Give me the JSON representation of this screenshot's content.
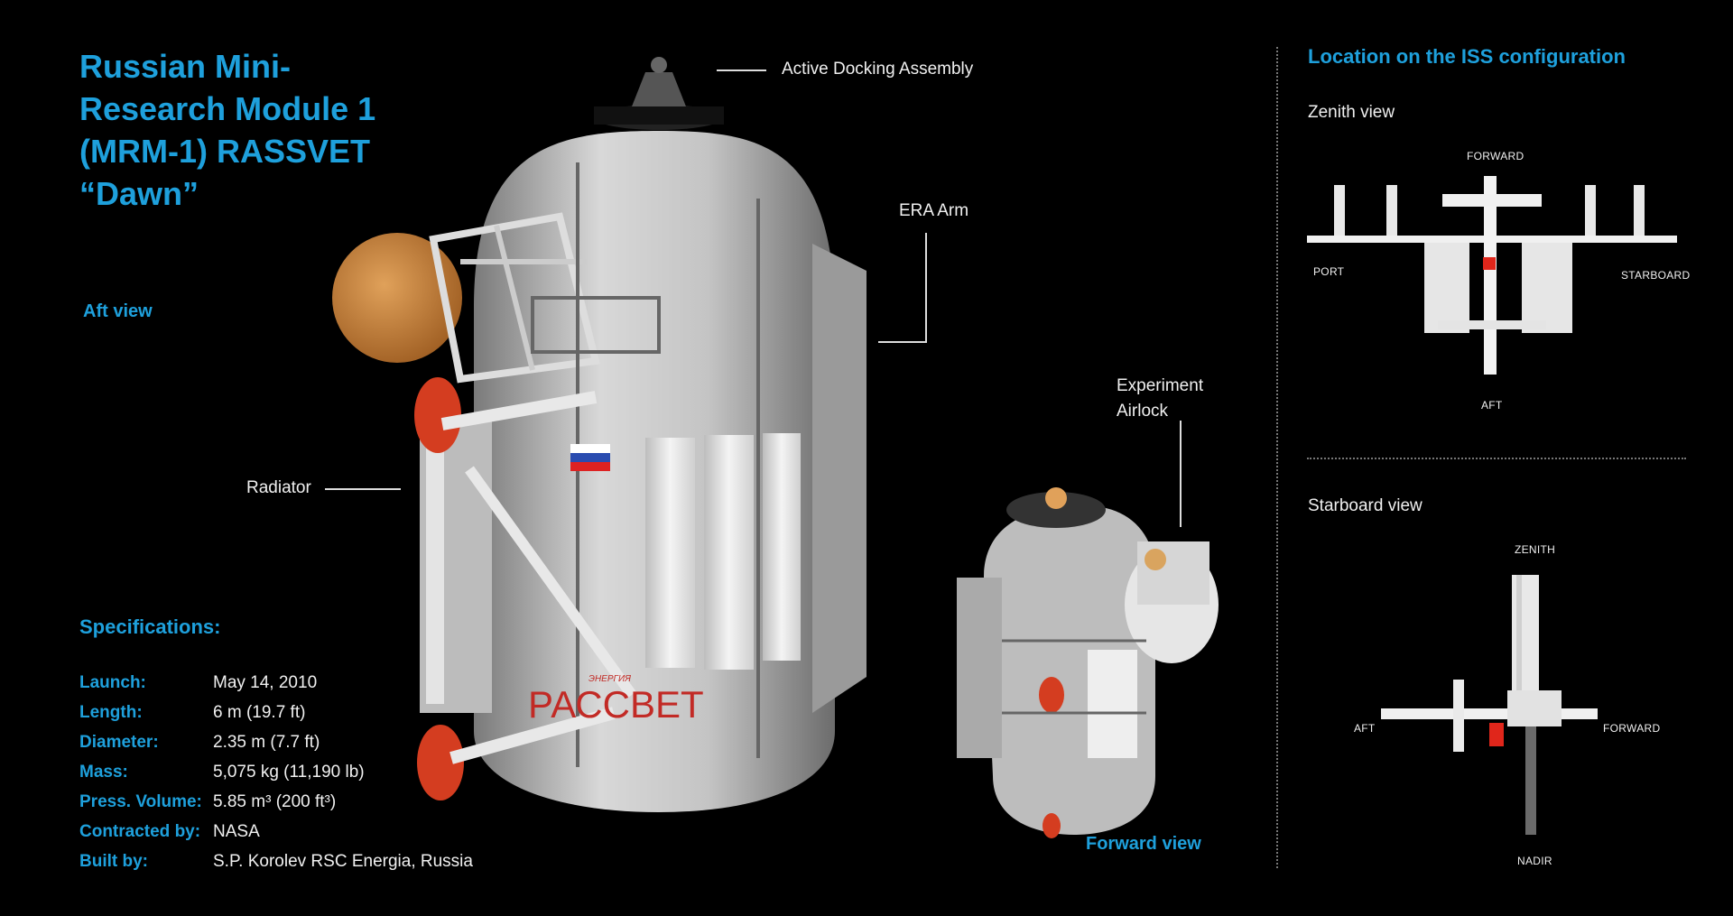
{
  "title": {
    "line1": "Russian Mini-",
    "line2": "Research Module 1",
    "line3": "(MRM-1) RASSVET",
    "line4": "“Dawn”"
  },
  "views": {
    "aft": "Aft view",
    "forward": "Forward view"
  },
  "callouts": {
    "docking": "Active Docking Assembly",
    "era_arm": "ERA Arm",
    "experiment_1": "Experiment",
    "experiment_2": "Airlock",
    "radiator": "Radiator"
  },
  "module_text": {
    "name_cyrillic": "РАССВЕТ",
    "logo": "ЭНЕРГИЯ"
  },
  "specifications": {
    "heading": "Specifications:",
    "rows": [
      {
        "key": "Launch:",
        "value": "May 14, 2010"
      },
      {
        "key": "Length:",
        "value": "6 m (19.7 ft)"
      },
      {
        "key": "Diameter:",
        "value": "2.35 m (7.7 ft)"
      },
      {
        "key": "Mass:",
        "value": "5,075 kg (11,190 lb)"
      },
      {
        "key": "Press. Volume:",
        "value": "5.85 m³ (200 ft³)"
      },
      {
        "key": "Contracted by:",
        "value": "NASA"
      },
      {
        "key": "Built by:",
        "value": "S.P. Korolev RSC Energia, Russia"
      }
    ]
  },
  "location": {
    "title": "Location on the ISS configuration",
    "zenith_view": {
      "label": "Zenith view",
      "forward": "FORWARD",
      "port": "PORT",
      "starboard": "STARBOARD",
      "aft": "AFT"
    },
    "starboard_view": {
      "label": "Starboard view",
      "zenith": "ZENITH",
      "aft": "AFT",
      "forward": "FORWARD",
      "nadir": "NADIR"
    }
  },
  "colors": {
    "accent": "#1ea0dc",
    "highlight": "#e0261b",
    "background": "#000000"
  }
}
